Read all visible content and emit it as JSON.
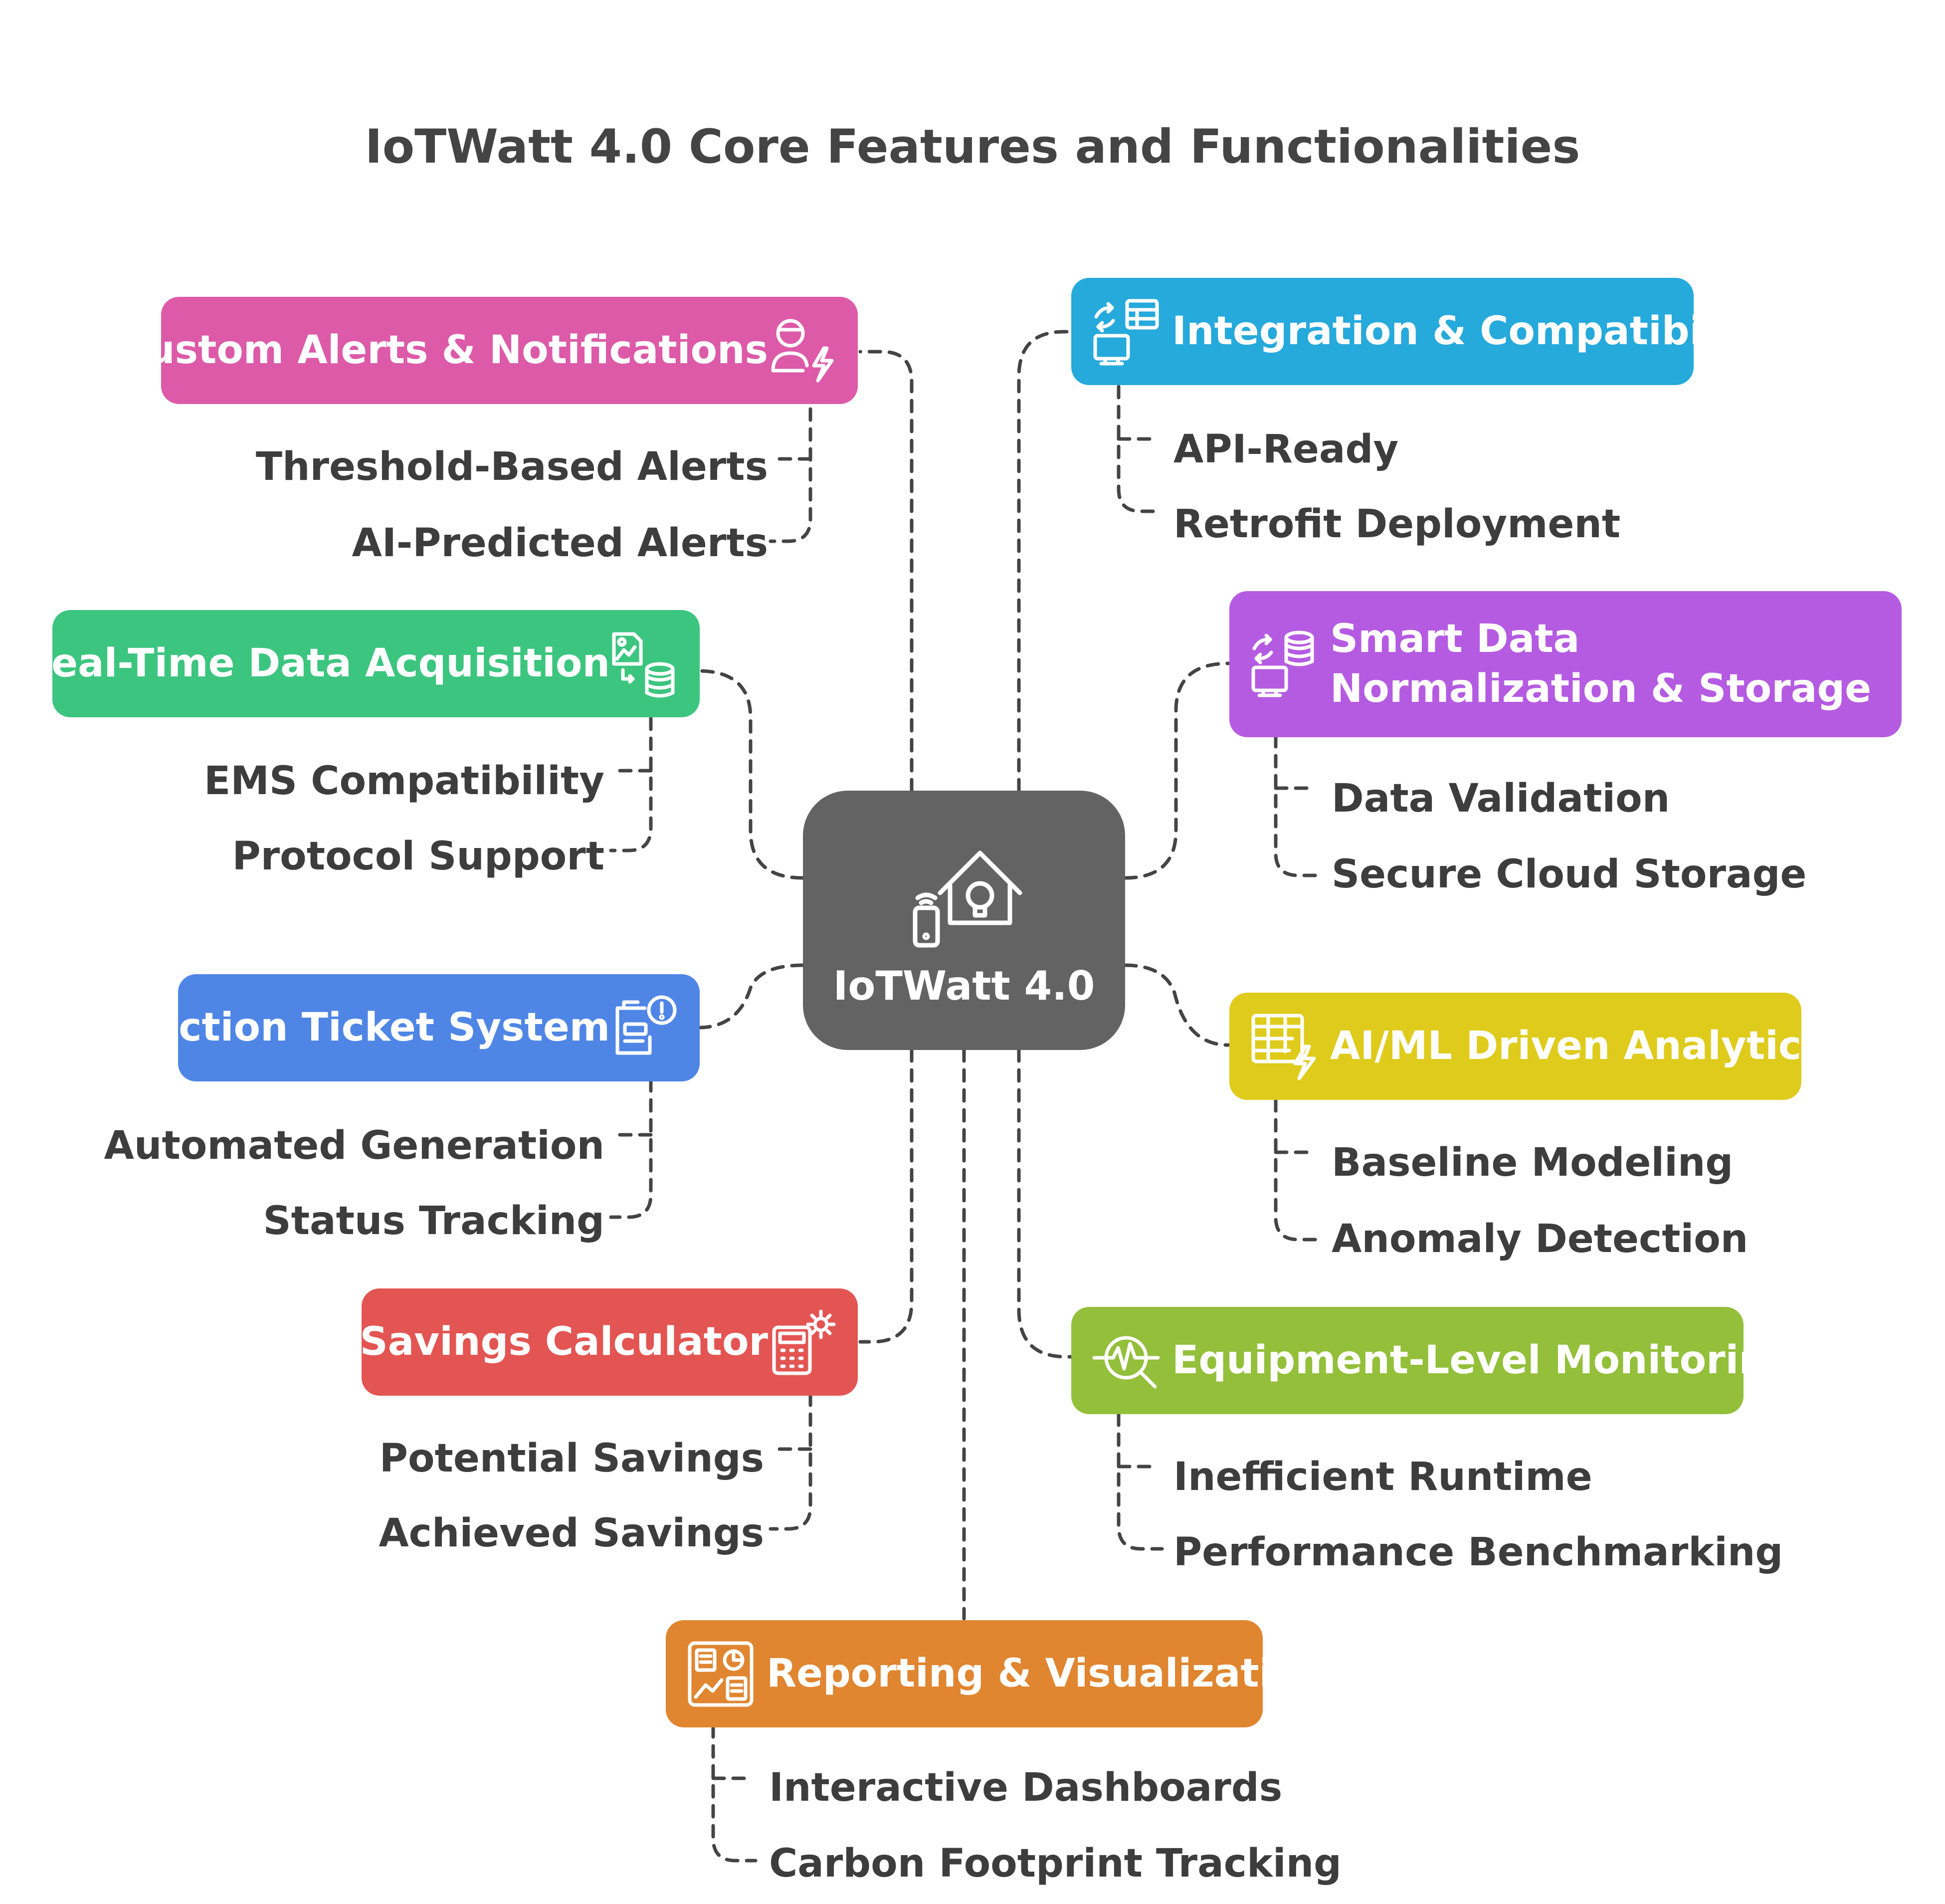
{
  "title": "IoTWatt 4.0 Core Features and Functionalities",
  "center": {
    "label": "IoTWatt 4.0",
    "icon": "smart-home-icon"
  },
  "colors": {
    "center": "#636363",
    "custom_alerts": "#DD5AA8",
    "real_time": "#3CC57F",
    "action_ticket": "#4F86E6",
    "savings": "#E35552",
    "reporting": "#E08530",
    "integration": "#26A9DB",
    "normalization": "#B55BE2",
    "aiml": "#DFCB1B",
    "equipment": "#93BF3A",
    "connector": "#444444"
  },
  "features": {
    "custom_alerts": {
      "label": "Custom Alerts & Notifications",
      "icon": "user-alert-icon",
      "items": [
        "Threshold-Based Alerts",
        "AI-Predicted Alerts"
      ]
    },
    "real_time": {
      "label": "Real-Time Data Acquisition",
      "icon": "data-sync-icon",
      "items": [
        "EMS Compatibility",
        "Protocol Support"
      ]
    },
    "action_ticket": {
      "label": "Action Ticket System",
      "icon": "ticket-alert-icon",
      "items": [
        "Automated Generation",
        "Status Tracking"
      ]
    },
    "savings": {
      "label": "Savings Calculator",
      "icon": "calculator-gear-icon",
      "items": [
        "Potential Savings",
        "Achieved Savings"
      ]
    },
    "reporting": {
      "label": "Reporting & Visualization",
      "icon": "dashboard-icon",
      "items": [
        "Interactive Dashboards",
        "Carbon Footprint Tracking"
      ]
    },
    "integration": {
      "label": "Integration & Compatibility",
      "icon": "integration-icon",
      "items": [
        "API-Ready",
        "Retrofit Deployment"
      ]
    },
    "normalization": {
      "label": "Smart Data Normalization & Storage",
      "icon": "database-sync-icon",
      "items": [
        "Data Validation",
        "Secure Cloud Storage"
      ]
    },
    "aiml": {
      "label": "AI/ML Driven Analytics",
      "icon": "analytics-bolt-icon",
      "items": [
        "Baseline Modeling",
        "Anomaly Detection"
      ]
    },
    "equipment": {
      "label": "Equipment-Level Monitoring",
      "icon": "pulse-search-icon",
      "items": [
        "Inefficient Runtime",
        "Performance Benchmarking"
      ]
    }
  }
}
